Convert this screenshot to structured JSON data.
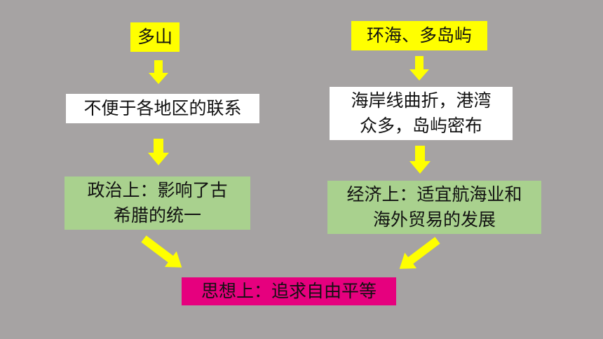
{
  "colors": {
    "background": "#a6a3a3",
    "arrow": "#ffff00",
    "highlight_yellow": "#ffff00",
    "box_white": "#ffffff",
    "box_green": "#a9d18e",
    "box_pink": "#e6007e"
  },
  "left_chain": {
    "cause": "多山",
    "effect": "不便于各地区的联系",
    "political": "政治上：影响了古\n希腊的统一"
  },
  "right_chain": {
    "cause": "环海、多岛屿",
    "effect": "海岸线曲折，港湾\n众多，岛屿密布",
    "economic": "经济上：适宜航海业和\n海外贸易的发展"
  },
  "conclusion": "思想上：追求自由平等"
}
